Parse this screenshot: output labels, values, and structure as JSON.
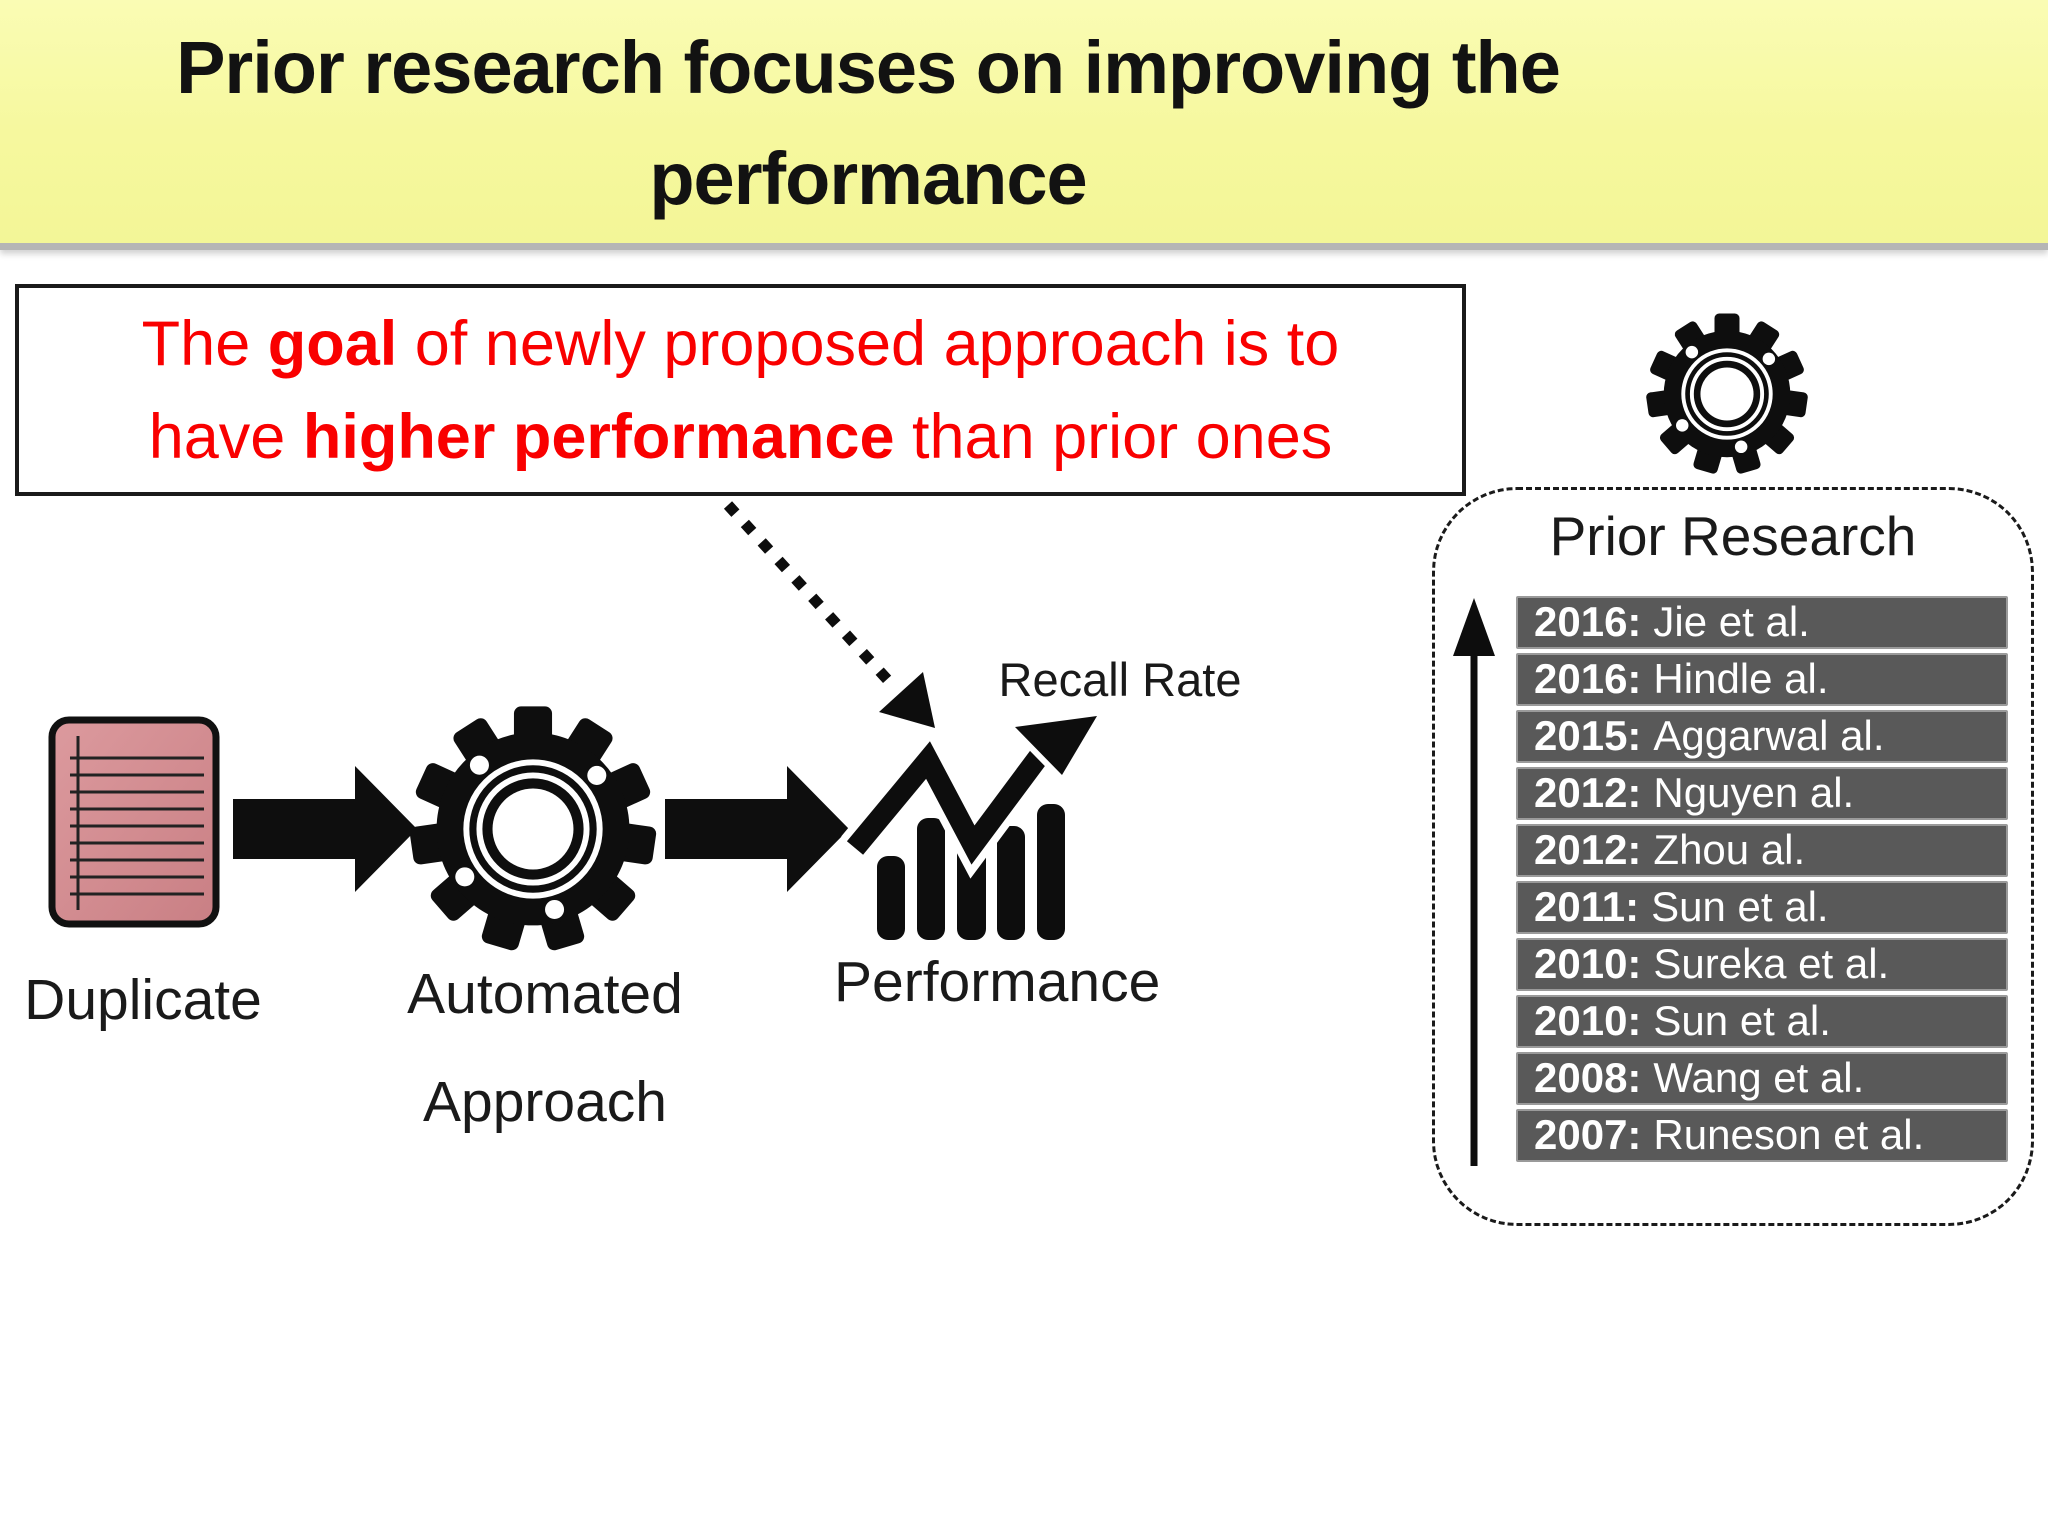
{
  "slide": {
    "title_line1": "Prior research focuses on improving the",
    "title_line2": "performance"
  },
  "goal_box": {
    "line1_pre": "The ",
    "line1_bold": "goal",
    "line1_post": " of newly proposed approach is to",
    "line2_pre": "have ",
    "line2_bold": "higher performance",
    "line2_post": " than prior ones"
  },
  "flow": {
    "step1_label": "Duplicate",
    "step2_label_line1": "Automated",
    "step2_label_line2": "Approach",
    "step3_label": "Performance",
    "metric_label": "Recall Rate",
    "icons": {
      "step1": "document-icon",
      "step2": "gear-icon",
      "step3": "growth-chart-icon",
      "connector": "right-block-arrow-icon",
      "goal_pointer": "dotted-arrow-icon"
    }
  },
  "prior_research": {
    "title": "Prior Research",
    "corner_icon": "gear-icon",
    "timeline_icon": "up-arrow-icon",
    "items": [
      {
        "year": "2016:",
        "authors": "Jie et al."
      },
      {
        "year": "2016:",
        "authors": "Hindle al."
      },
      {
        "year": "2015:",
        "authors": "Aggarwal al."
      },
      {
        "year": "2012:",
        "authors": "Nguyen al."
      },
      {
        "year": "2012:",
        "authors": "Zhou al."
      },
      {
        "year": "2011:",
        "authors": "Sun et al."
      },
      {
        "year": "2010:",
        "authors": "Sureka et al."
      },
      {
        "year": "2010:",
        "authors": "Sun et al."
      },
      {
        "year": "2008:",
        "authors": "Wang et al."
      },
      {
        "year": "2007:",
        "authors": "Runeson et al."
      }
    ]
  },
  "colors": {
    "banner_bg": "#f6f89e",
    "title_text": "#121212",
    "goal_text": "#f90000",
    "document_fill": "#d5898c",
    "icon_black": "#0e0e0e",
    "row_bg": "#595959",
    "row_border": "#9a9a9a",
    "row_text": "#ffffff"
  }
}
